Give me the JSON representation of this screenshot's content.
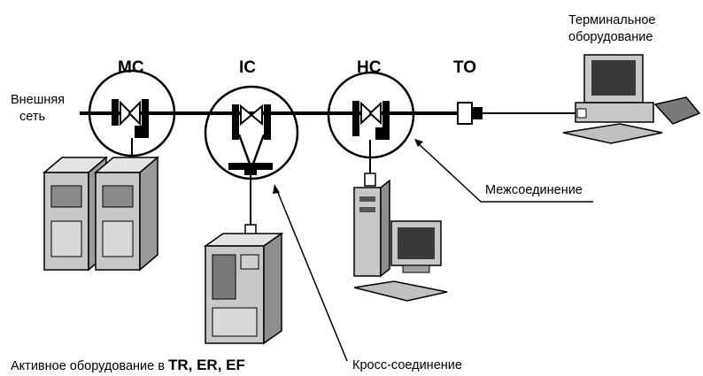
{
  "nodes": {
    "mc": "MC",
    "ic": "IC",
    "hc": "HC",
    "to": "TO"
  },
  "labels": {
    "external_net_line1": "Внешняя",
    "external_net_line2": "сеть",
    "terminal_line1": "Терминальное",
    "terminal_line2": "оборудование",
    "interconnect": "Межсоединение",
    "active_equipment_prefix": "Активное оборудование в",
    "active_equipment_codes": "TR, ER, EF",
    "cross_connect": "Кросс-соединение"
  },
  "colors": {
    "line": "#000000",
    "equipment_gray": "#c8c8c8",
    "equipment_dark": "#6e6e6e"
  }
}
